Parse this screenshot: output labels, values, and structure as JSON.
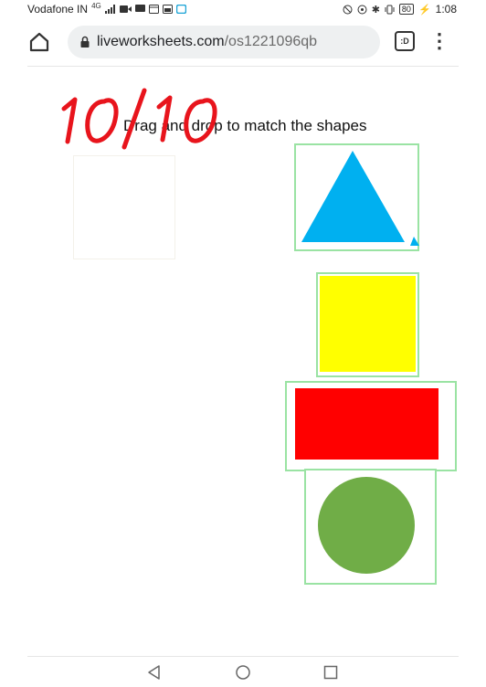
{
  "status_bar": {
    "carrier": "Vodafone IN",
    "network_label": "4G",
    "battery": "80",
    "time": "1:08"
  },
  "browser": {
    "url_domain": "liveworksheets.com",
    "url_path": "/os1221096qb",
    "tabs_count": ":D"
  },
  "worksheet": {
    "instruction": "Drag and drop to match the shapes",
    "score": "10/10",
    "shapes": [
      {
        "name": "triangle",
        "color": "#00b0f0"
      },
      {
        "name": "square",
        "color": "#ffff00"
      },
      {
        "name": "rectangle",
        "color": "#ff0000"
      },
      {
        "name": "circle",
        "color": "#70ad47"
      }
    ],
    "frame_color": "#9ae3a3",
    "score_color": "#e8141c"
  },
  "navigation": {
    "buttons": [
      "back-icon",
      "home-circle-icon",
      "recents-icon"
    ]
  }
}
